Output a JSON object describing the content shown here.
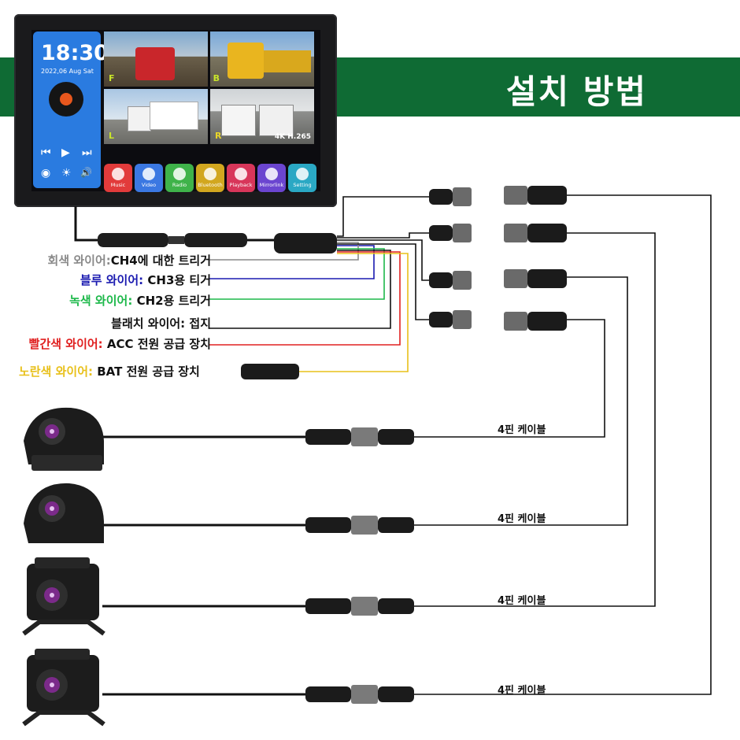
{
  "banner": {
    "title": "설치 방법",
    "color": "#0f6b34"
  },
  "monitor": {
    "time": "18:30",
    "date": "2022,06 Aug  Sat",
    "tiles": [
      {
        "letter": "F"
      },
      {
        "letter": "B"
      },
      {
        "letter": "L"
      },
      {
        "letter": "R"
      }
    ],
    "badge": "4K H.265",
    "apps": [
      {
        "label": "Music",
        "color": "#e23b3b"
      },
      {
        "label": "Video",
        "color": "#3b78e2"
      },
      {
        "label": "Radio",
        "color": "#3fb34a"
      },
      {
        "label": "Bluetooth",
        "color": "#d2a71f"
      },
      {
        "label": "Playback",
        "color": "#d8365a"
      },
      {
        "label": "Mirrorlink",
        "color": "#6b45d0"
      },
      {
        "label": "Setting",
        "color": "#2aa8c4"
      }
    ],
    "controls": [
      "⏮",
      "▶",
      "⏭",
      "◉",
      "☀",
      "🔊"
    ]
  },
  "wires": [
    {
      "prefix": "회색 와이어:",
      "text": "CH4에 대한 트리거",
      "color": "#8a8a8a"
    },
    {
      "prefix": "블루 와이어:",
      "text": " CH3용 티거",
      "color": "#1a1ab0"
    },
    {
      "prefix": "녹색 와이어:",
      "text": " CH2용 트리거",
      "color": "#1db84a"
    },
    {
      "prefix": "",
      "text": "블래치 와이어: 접지",
      "color": "#111111"
    },
    {
      "prefix": "빨간색 와이어:",
      "text": " ACC 전원 공급 장치",
      "color": "#e02020"
    },
    {
      "prefix": "노란색 와이어:",
      "text": " BAT 전원 공급 장치",
      "color": "#e8c01a"
    }
  ],
  "cables": [
    {
      "label": "4핀 케이블"
    },
    {
      "label": "4핀 케이블"
    },
    {
      "label": "4핀 케이블"
    },
    {
      "label": "4핀 케이블"
    }
  ]
}
